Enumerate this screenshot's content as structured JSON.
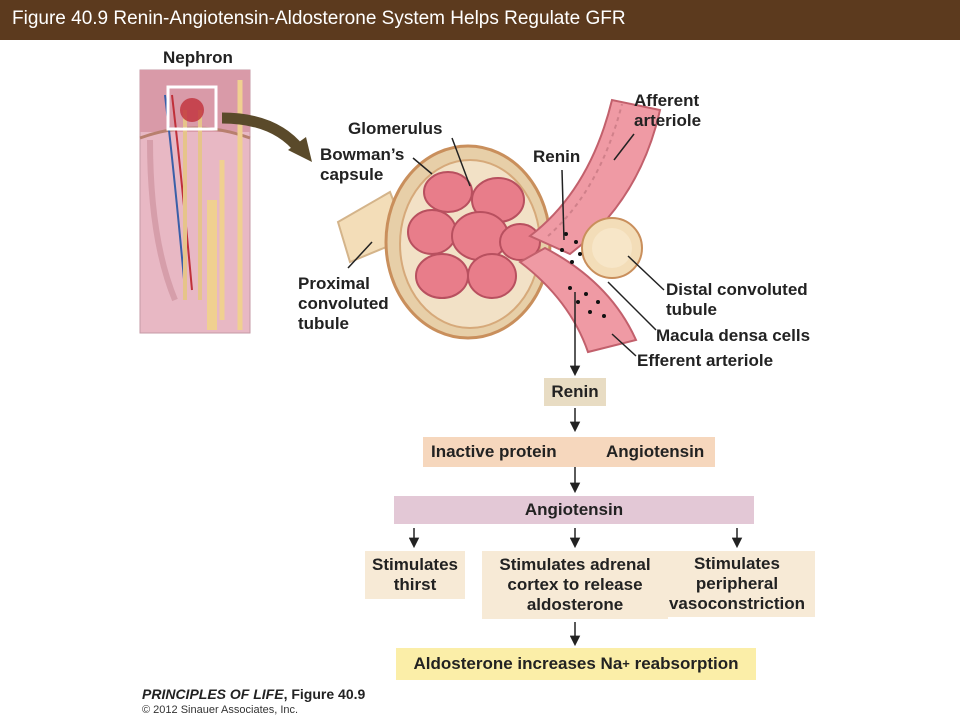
{
  "header": {
    "title": "Figure 40.9  Renin-Angiotensin-Aldosterone System Helps Regulate GFR"
  },
  "inset": {
    "label": "Nephron"
  },
  "anatomy": {
    "glomerulus": "Glomerulus",
    "bowmans_capsule_1": "Bowman’s",
    "bowmans_capsule_2": "capsule",
    "renin": "Renin",
    "afferent_1": "Afferent",
    "afferent_2": "arteriole",
    "proximal_1": "Proximal",
    "proximal_2": "convoluted",
    "proximal_3": "tubule",
    "distal_1": "Distal convoluted",
    "distal_2": "tubule",
    "macula": "Macula densa cells",
    "efferent": "Efferent arteriole"
  },
  "flow": {
    "renin_box": "Renin",
    "inactive_protein": "Inactive protein",
    "angiotensin_product": "Angiotensin",
    "angiotensin_bar": "Angiotensin",
    "thirst": "Stimulates thirst",
    "adrenal": "Stimulates adrenal cortex to release aldosterone",
    "vaso": "Stimulates peripheral vasoconstriction",
    "final_prefix": "Aldosterone increases Na",
    "final_sup": "+",
    "final_suffix": " reabsorption"
  },
  "colors": {
    "title_bar": "#5c3a1e",
    "box_tan": "#e8dcc3",
    "box_peach": "#f6d7bd",
    "box_mauve": "#e3c8d6",
    "box_light": "#f7ead6",
    "box_yellow": "#fbeea8"
  },
  "footer": {
    "book": "PRINCIPLES OF LIFE",
    "figure": ", Figure 40.9",
    "copyright": "© 2012 Sinauer Associates, Inc."
  }
}
